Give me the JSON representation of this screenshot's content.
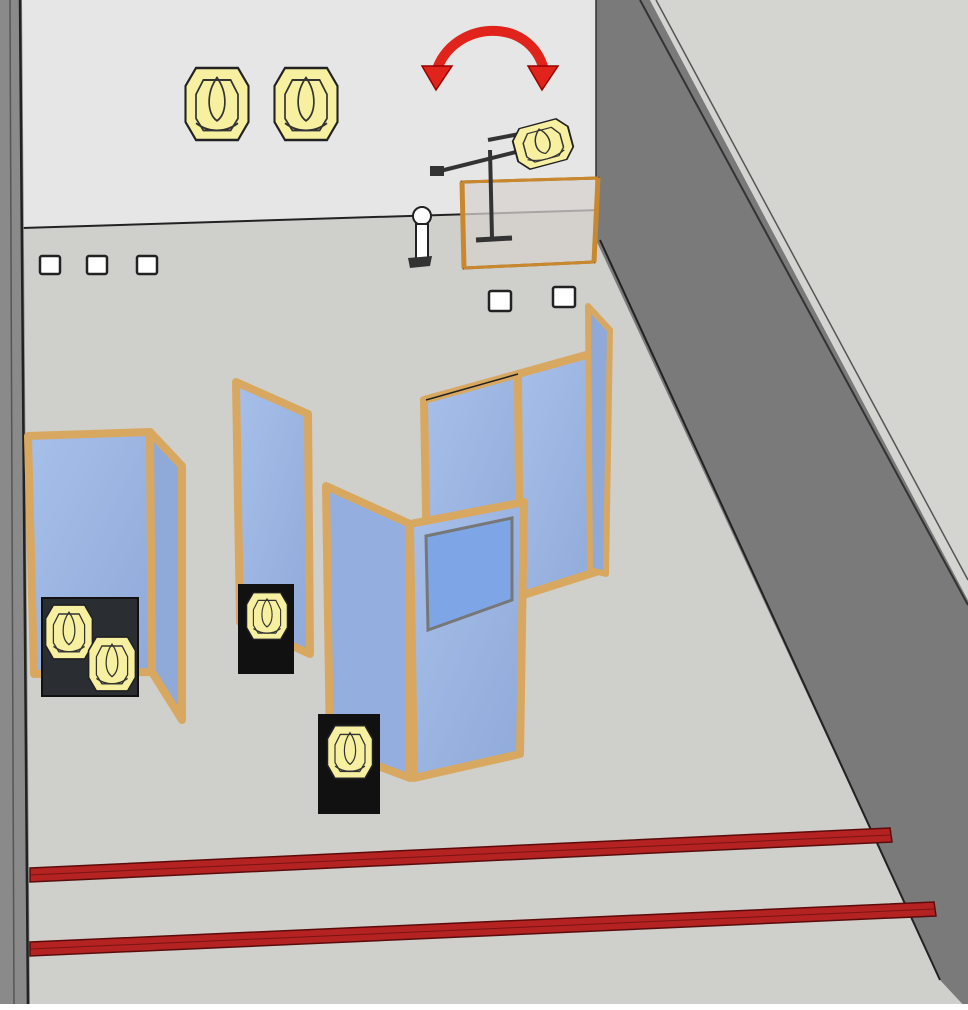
{
  "scene": {
    "type": "3d-sketch-shooting-range-layout",
    "colors": {
      "floor": "#cfcfcb",
      "back_wall": "#e6e6e6",
      "right_wall": "#7a7a7a",
      "right_wall_top": "#d4d4d0",
      "left_wall": "#8a8a8a",
      "glass": "#9fb9e6",
      "frame": "#f2c98a",
      "steel_target": "#f7f0a0",
      "target_backer": "#1a1a1a",
      "rotation_arrow": "#e0231b",
      "fault_line": "#b52222"
    },
    "steel_targets": [
      {
        "name": "plate-target",
        "icon": "steel-plate-icon"
      },
      {
        "name": "plate-target",
        "icon": "steel-plate-icon"
      }
    ],
    "swinger_target": {
      "icon": "swinger-target-icon",
      "motion": "rotating"
    },
    "rotation_arrow": {
      "icon": "curved-double-arrow-icon"
    },
    "popper": {
      "icon": "popper-icon"
    },
    "floor_markers": {
      "count": 5,
      "icon": "square-marker-icon"
    },
    "glass_barricades": {
      "count": 4,
      "icon": "glass-panel-icon"
    },
    "paper_targets": {
      "count": 4,
      "icon": "ipsc-target-icon"
    },
    "fault_lines": {
      "count": 2,
      "icon": "fault-line-icon"
    }
  }
}
